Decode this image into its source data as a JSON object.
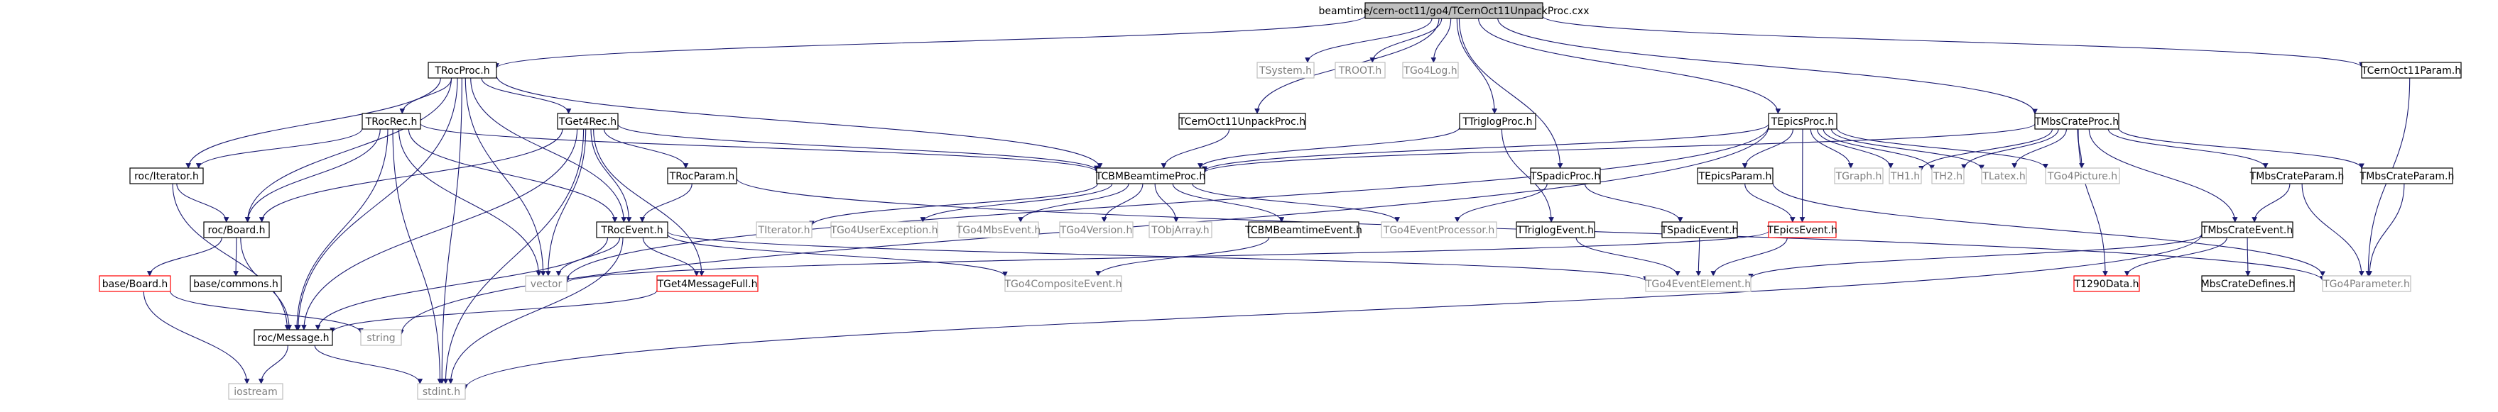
{
  "colors": {
    "root_fill": "#bfbfbf",
    "doc_border": "#000000",
    "missing_border": "#bfbfbf",
    "missing_text": "#7f7f7f",
    "undoc_border": "#ff0000",
    "edge": "#191970"
  },
  "nodes": [
    {
      "id": "root",
      "label": "beamtime/cern-oct11/go4/TCernOct11UnpackProc.cxx",
      "kind": "root"
    },
    {
      "id": "TRocProc",
      "label": "TRocProc.h",
      "kind": "doc"
    },
    {
      "id": "TSystem",
      "label": "TSystem.h",
      "kind": "missing"
    },
    {
      "id": "TROOT",
      "label": "TROOT.h",
      "kind": "missing"
    },
    {
      "id": "TGo4Log",
      "label": "TGo4Log.h",
      "kind": "missing"
    },
    {
      "id": "TCernOct11UnpackProc",
      "label": "TCernOct11UnpackProc.h",
      "kind": "doc"
    },
    {
      "id": "TTriglogProc",
      "label": "TTriglogProc.h",
      "kind": "doc"
    },
    {
      "id": "TSpadicProc",
      "label": "TSpadicProc.h",
      "kind": "doc"
    },
    {
      "id": "TEpicsProc",
      "label": "TEpicsProc.h",
      "kind": "doc"
    },
    {
      "id": "TMbsCrateProc",
      "label": "TMbsCrateProc.h",
      "kind": "doc"
    },
    {
      "id": "TCernOct11Param",
      "label": "TCernOct11Param.h",
      "kind": "doc"
    },
    {
      "id": "TRocRec",
      "label": "TRocRec.h",
      "kind": "doc"
    },
    {
      "id": "TGet4Rec",
      "label": "TGet4Rec.h",
      "kind": "doc"
    },
    {
      "id": "rocIterator",
      "label": "roc/Iterator.h",
      "kind": "doc"
    },
    {
      "id": "TRocParam",
      "label": "TRocParam.h",
      "kind": "doc"
    },
    {
      "id": "TCBMBeamtimeProc",
      "label": "TCBMBeamtimeProc.h",
      "kind": "doc"
    },
    {
      "id": "TEpicsParam",
      "label": "TEpicsParam.h",
      "kind": "doc"
    },
    {
      "id": "TGraph",
      "label": "TGraph.h",
      "kind": "missing"
    },
    {
      "id": "TH1",
      "label": "TH1.h",
      "kind": "missing"
    },
    {
      "id": "TH2",
      "label": "TH2.h",
      "kind": "missing"
    },
    {
      "id": "TLatex",
      "label": "TLatex.h",
      "kind": "missing"
    },
    {
      "id": "TGo4Picture",
      "label": "TGo4Picture.h",
      "kind": "missing"
    },
    {
      "id": "TMbsCrateParam1",
      "label": "TMbsCrateParam.h",
      "kind": "doc"
    },
    {
      "id": "TMbsCrateParam2",
      "label": "TMbsCrateParam.h",
      "kind": "doc"
    },
    {
      "id": "rocBoard",
      "label": "roc/Board.h",
      "kind": "doc"
    },
    {
      "id": "TRocEvent",
      "label": "TRocEvent.h",
      "kind": "doc"
    },
    {
      "id": "TIterator",
      "label": "TIterator.h",
      "kind": "missing"
    },
    {
      "id": "TGo4UserException",
      "label": "TGo4UserException.h",
      "kind": "missing"
    },
    {
      "id": "TGo4MbsEvent",
      "label": "TGo4MbsEvent.h",
      "kind": "missing"
    },
    {
      "id": "TGo4Version",
      "label": "TGo4Version.h",
      "kind": "missing"
    },
    {
      "id": "TObjArray",
      "label": "TObjArray.h",
      "kind": "missing"
    },
    {
      "id": "TCBMBeamtimeEvent",
      "label": "TCBMBeamtimeEvent.h",
      "kind": "doc"
    },
    {
      "id": "TGo4EventProcessor",
      "label": "TGo4EventProcessor.h",
      "kind": "missing"
    },
    {
      "id": "TTriglogEvent",
      "label": "TTriglogEvent.h",
      "kind": "doc"
    },
    {
      "id": "TSpadicEvent",
      "label": "TSpadicEvent.h",
      "kind": "doc"
    },
    {
      "id": "TEpicsEvent",
      "label": "TEpicsEvent.h",
      "kind": "undoc"
    },
    {
      "id": "TMbsCrateEvent",
      "label": "TMbsCrateEvent.h",
      "kind": "doc"
    },
    {
      "id": "baseBoard",
      "label": "base/Board.h",
      "kind": "undoc"
    },
    {
      "id": "baseCommons",
      "label": "base/commons.h",
      "kind": "doc"
    },
    {
      "id": "vector",
      "label": "vector",
      "kind": "missing"
    },
    {
      "id": "TGet4MessageFull",
      "label": "TGet4MessageFull.h",
      "kind": "undoc"
    },
    {
      "id": "TGo4CompositeEvent",
      "label": "TGo4CompositeEvent.h",
      "kind": "missing"
    },
    {
      "id": "TGo4EventElement",
      "label": "TGo4EventElement.h",
      "kind": "missing"
    },
    {
      "id": "T1290Data",
      "label": "T1290Data.h",
      "kind": "undoc"
    },
    {
      "id": "MbsCrateDefines",
      "label": "MbsCrateDefines.h",
      "kind": "doc"
    },
    {
      "id": "TGo4Parameter",
      "label": "TGo4Parameter.h",
      "kind": "missing"
    },
    {
      "id": "rocMessage",
      "label": "roc/Message.h",
      "kind": "doc"
    },
    {
      "id": "string",
      "label": "string",
      "kind": "missing"
    },
    {
      "id": "iostream",
      "label": "iostream",
      "kind": "missing"
    },
    {
      "id": "stdint",
      "label": "stdint.h",
      "kind": "missing"
    }
  ],
  "edges": [
    [
      "root",
      "TRocProc"
    ],
    [
      "root",
      "TSystem"
    ],
    [
      "root",
      "TROOT"
    ],
    [
      "root",
      "TGo4Log"
    ],
    [
      "root",
      "TCernOct11UnpackProc"
    ],
    [
      "root",
      "TTriglogProc"
    ],
    [
      "root",
      "TSpadicProc"
    ],
    [
      "root",
      "TEpicsProc"
    ],
    [
      "root",
      "TMbsCrateProc"
    ],
    [
      "root",
      "TCernOct11Param"
    ],
    [
      "TRocProc",
      "TRocRec"
    ],
    [
      "TRocProc",
      "TGet4Rec"
    ],
    [
      "TRocProc",
      "rocIterator"
    ],
    [
      "TRocProc",
      "rocBoard"
    ],
    [
      "TRocProc",
      "TCBMBeamtimeProc"
    ],
    [
      "TRocProc",
      "TRocEvent"
    ],
    [
      "TRocProc",
      "vector"
    ],
    [
      "TRocProc",
      "rocMessage"
    ],
    [
      "TRocProc",
      "stdint"
    ],
    [
      "TRocRec",
      "rocIterator"
    ],
    [
      "TRocRec",
      "rocBoard"
    ],
    [
      "TRocRec",
      "TCBMBeamtimeProc"
    ],
    [
      "TRocRec",
      "TRocEvent"
    ],
    [
      "TRocRec",
      "vector"
    ],
    [
      "TRocRec",
      "rocMessage"
    ],
    [
      "TRocRec",
      "stdint"
    ],
    [
      "TGet4Rec",
      "TRocParam"
    ],
    [
      "TGet4Rec",
      "TCBMBeamtimeProc"
    ],
    [
      "TGet4Rec",
      "TRocEvent"
    ],
    [
      "TGet4Rec",
      "vector"
    ],
    [
      "TGet4Rec",
      "TGet4MessageFull"
    ],
    [
      "TGet4Rec",
      "rocMessage"
    ],
    [
      "TGet4Rec",
      "stdint"
    ],
    [
      "TGet4Rec",
      "rocBoard"
    ],
    [
      "rocIterator",
      "rocBoard"
    ],
    [
      "rocIterator",
      "rocMessage"
    ],
    [
      "TRocParam",
      "TRocEvent"
    ],
    [
      "TRocParam",
      "TGo4Parameter"
    ],
    [
      "TCernOct11UnpackProc",
      "TCBMBeamtimeProc"
    ],
    [
      "TTriglogProc",
      "TCBMBeamtimeProc"
    ],
    [
      "TTriglogProc",
      "TTriglogEvent"
    ],
    [
      "TSpadicProc",
      "TSpadicEvent"
    ],
    [
      "TSpadicProc",
      "TGo4EventProcessor"
    ],
    [
      "TEpicsProc",
      "TCBMBeamtimeProc"
    ],
    [
      "TEpicsProc",
      "TEpicsParam"
    ],
    [
      "TEpicsProc",
      "TGraph"
    ],
    [
      "TEpicsProc",
      "TH1"
    ],
    [
      "TEpicsProc",
      "TH2"
    ],
    [
      "TEpicsProc",
      "TLatex"
    ],
    [
      "TEpicsProc",
      "TGo4Picture"
    ],
    [
      "TEpicsProc",
      "TEpicsEvent"
    ],
    [
      "TEpicsProc",
      "vector"
    ],
    [
      "TEpicsProc",
      "string"
    ],
    [
      "TMbsCrateProc",
      "TCBMBeamtimeProc"
    ],
    [
      "TMbsCrateProc",
      "TH1"
    ],
    [
      "TMbsCrateProc",
      "TH2"
    ],
    [
      "TMbsCrateProc",
      "TLatex"
    ],
    [
      "TMbsCrateProc",
      "TGo4Picture"
    ],
    [
      "TMbsCrateProc",
      "TMbsCrateParam1"
    ],
    [
      "TMbsCrateProc",
      "TMbsCrateParam2"
    ],
    [
      "TMbsCrateProc",
      "TMbsCrateEvent"
    ],
    [
      "TMbsCrateProc",
      "T1290Data"
    ],
    [
      "TCernOct11Param",
      "TGo4Parameter"
    ],
    [
      "TCBMBeamtimeProc",
      "TIterator"
    ],
    [
      "TCBMBeamtimeProc",
      "TGo4UserException"
    ],
    [
      "TCBMBeamtimeProc",
      "TGo4MbsEvent"
    ],
    [
      "TCBMBeamtimeProc",
      "TGo4Version"
    ],
    [
      "TCBMBeamtimeProc",
      "TObjArray"
    ],
    [
      "TCBMBeamtimeProc",
      "TCBMBeamtimeEvent"
    ],
    [
      "TCBMBeamtimeProc",
      "TGo4EventProcessor"
    ],
    [
      "TCBMBeamtimeEvent",
      "TGo4CompositeEvent"
    ],
    [
      "TEpicsParam",
      "TEpicsEvent"
    ],
    [
      "TEpicsParam",
      "TGo4Parameter"
    ],
    [
      "TEpicsEvent",
      "TGo4EventElement"
    ],
    [
      "TEpicsEvent",
      "vector"
    ],
    [
      "TTriglogEvent",
      "TGo4EventElement"
    ],
    [
      "TSpadicEvent",
      "TGo4EventElement"
    ],
    [
      "TMbsCrateParam1",
      "TMbsCrateEvent"
    ],
    [
      "TMbsCrateParam1",
      "TGo4Parameter"
    ],
    [
      "TMbsCrateParam2",
      "TGo4Parameter"
    ],
    [
      "TMbsCrateEvent",
      "TGo4EventElement"
    ],
    [
      "TMbsCrateEvent",
      "T1290Data"
    ],
    [
      "TMbsCrateEvent",
      "MbsCrateDefines"
    ],
    [
      "TMbsCrateEvent",
      "stdint"
    ],
    [
      "rocBoard",
      "baseBoard"
    ],
    [
      "rocBoard",
      "baseCommons"
    ],
    [
      "rocBoard",
      "rocMessage"
    ],
    [
      "baseBoard",
      "string"
    ],
    [
      "baseBoard",
      "iostream"
    ],
    [
      "TRocEvent",
      "vector"
    ],
    [
      "TRocEvent",
      "TGet4MessageFull"
    ],
    [
      "TRocEvent",
      "TGo4CompositeEvent"
    ],
    [
      "TRocEvent",
      "TGo4EventElement"
    ],
    [
      "TRocEvent",
      "rocMessage"
    ],
    [
      "TRocEvent",
      "stdint"
    ],
    [
      "TGet4MessageFull",
      "rocMessage"
    ],
    [
      "rocMessage",
      "iostream"
    ],
    [
      "rocMessage",
      "stdint"
    ]
  ]
}
